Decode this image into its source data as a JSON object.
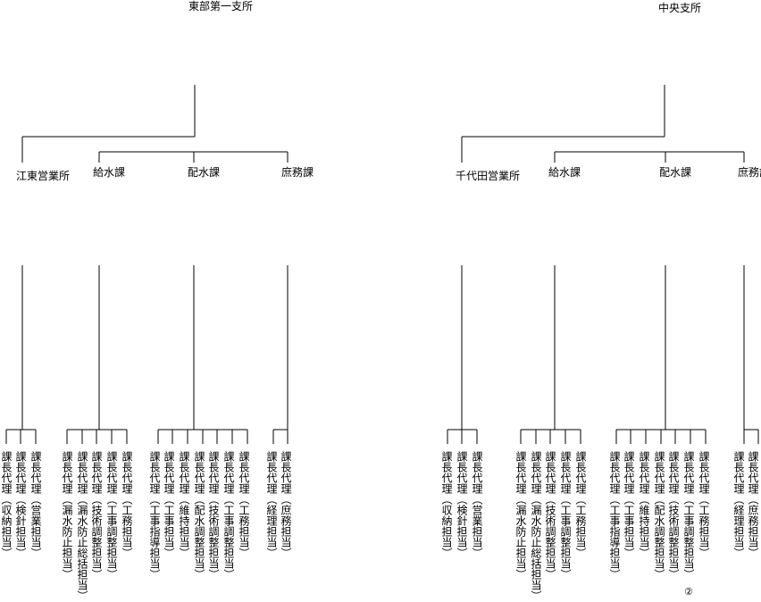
{
  "left": {
    "head": "東部第一支所",
    "units": [
      "江東営業所",
      "給水課",
      "配水課",
      "庶務課"
    ],
    "roles": [
      [
        "課長代理（収納担当）",
        "課長代理（検針担当）",
        "課長代理（営業担当）"
      ],
      [
        "課長代理（漏水防止担当）",
        "課長代理（漏水防止総括担当）",
        "課長代理（技術調整担当）",
        "課長代理（工事調整担当）",
        "課長代理（工務担当）"
      ],
      [
        "課長代理（工事指導担当）",
        "課長代理（工事担当）",
        "課長代理（維持担当）",
        "課長代理（配水調整担当）",
        "課長代理（技術調整担当）",
        "課長代理（工事調整担当）",
        "課長代理（工務担当）"
      ],
      [
        "課長代理（経理担当）",
        "課長代理（庶務担当）"
      ]
    ]
  },
  "right": {
    "head": "中央支所",
    "units": [
      "千代田営業所",
      "給水課",
      "配水課",
      "庶務課"
    ],
    "roles": [
      [
        "課長代理（収納担当）",
        "課長代理（検針担当）",
        "課長代理（営業担当）"
      ],
      [
        "課長代理（漏水防止担当）",
        "課長代理（漏水防止総括担当）",
        "課長代理（技術調整担当）",
        "課長代理（工事調整担当）",
        "課長代理（工務担当）"
      ],
      [
        "課長代理（工事指導担当）",
        "課長代理（工事担当）",
        "課長代理（維持担当）",
        "課長代理（配水調整担当）",
        "課長代理（技術調整担当）",
        "課長代理（工事調整担当）",
        "課長代理（工務担当）"
      ],
      [
        "課長代理（経理担当）",
        "課長代理（庶務担当）"
      ]
    ]
  },
  "page_mark": "②"
}
